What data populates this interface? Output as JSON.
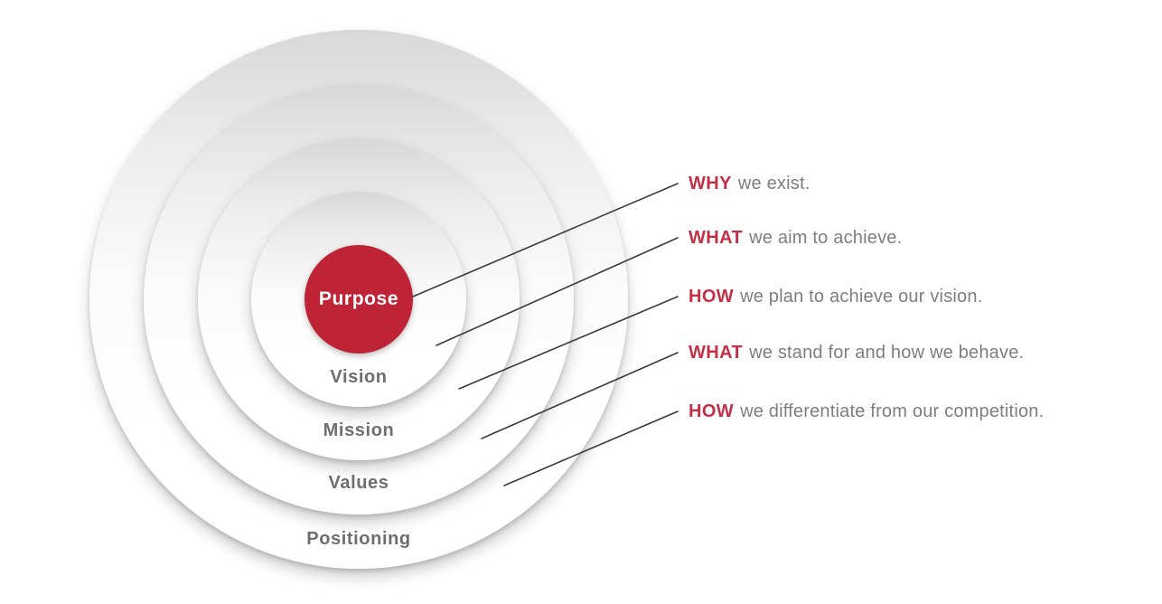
{
  "colors": {
    "accent-red": "#bf2336",
    "keyword-red": "#c42f45",
    "ring-label-gray": "#6e6e6e",
    "body-gray": "#7e7e7e",
    "line-dark": "#3a3a3a"
  },
  "diagram": {
    "center_label": "Purpose",
    "rings": [
      {
        "label": "Vision"
      },
      {
        "label": "Mission"
      },
      {
        "label": "Values"
      },
      {
        "label": "Positioning"
      }
    ],
    "annotations": [
      {
        "keyword": "WHY",
        "text": "we exist."
      },
      {
        "keyword": "WHAT",
        "text": "we aim to achieve."
      },
      {
        "keyword": "HOW",
        "text": "we plan to achieve our vision."
      },
      {
        "keyword": "WHAT",
        "text": "we stand for and how we behave."
      },
      {
        "keyword": "HOW",
        "text": "we differentiate from our competition."
      }
    ]
  }
}
